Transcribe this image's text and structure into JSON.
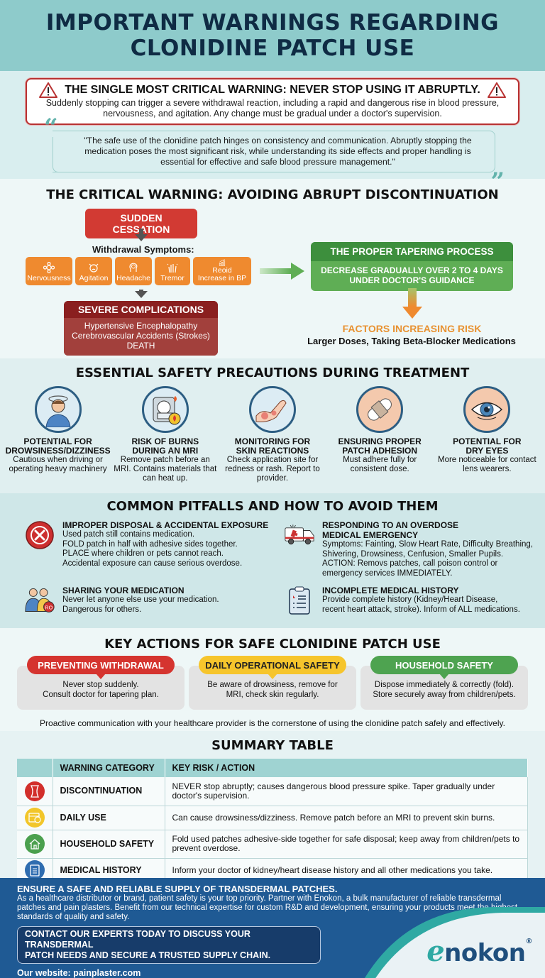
{
  "header": {
    "title_line1": "IMPORTANT WARNINGS REGARDING",
    "title_line2": "CLONIDINE PATCH USE"
  },
  "critical_warning": {
    "title": "THE SINGLE MOST CRITICAL WARNING: NEVER STOP USING IT ABRUPTLY.",
    "body": "Suddenly stopping can trigger a severe withdrawal reaction, including a rapid and dangerous rise in blood pressure, nervousness, and agitation. Any change must be gradual under a doctor's supervision.",
    "icon": "warning-triangle-icon"
  },
  "quote": {
    "open": "“",
    "close": "”",
    "text": "\"The safe use of the clonidine patch hinges on consistency and communication. Abruptly stopping the medication poses the most significant risk, while understanding its side effects and proper handling is essential for effective and safe blood pressure management.\""
  },
  "discontinuation": {
    "title": "THE CRITICAL WARNING: AVOIDING ABRUPT DISCONTINUATION",
    "sudden_cessation": "SUDDEN CESSATION",
    "symptoms_label": "Withdrawal Symptoms:",
    "symptoms": [
      {
        "label": "Nervousness",
        "icon": "gear-flower-icon"
      },
      {
        "label": "Agitation",
        "icon": "agitated-face-icon"
      },
      {
        "label": "Headache",
        "icon": "brain-head-icon"
      },
      {
        "label": "Tremor",
        "icon": "shaking-hands-icon"
      },
      {
        "label_line1": "Reoid",
        "label_line2": "Increase in BP",
        "icon": "rising-chart-icon"
      }
    ],
    "severe": {
      "title": "SEVERE COMPLICATIONS",
      "items": [
        "Hypertensive Encephalopathy",
        "Cerebrovascular Accidents (Strokes)",
        "DEATH"
      ]
    },
    "tapering": {
      "title": "THE PROPER TAPERING PROCESS",
      "body_line1": "DECREASE GRADUALLY OVER 2 TO 4 DAYS",
      "body_line2": "UNDER DOCTOR'S GUIDANCE"
    },
    "factors": {
      "title": "FACTORS INCREASING RISK",
      "body": "Larger Doses, Taking Beta-Blocker Medications"
    }
  },
  "precautions": {
    "title": "ESSENTIAL SAFETY PRECAUTIONS DURING TREATMENT",
    "items": [
      {
        "title_line1": "POTENTIAL FOR",
        "title_line2": "DROWSINESS/DIZZINESS",
        "body": "Cautious when driving or operating heavy machinery",
        "icon": "dizzy-person-icon"
      },
      {
        "title_line1": "RISK OF BURNS",
        "title_line2": "DURING AN MRI",
        "body": "Remove patch before an MRI. Contains materials that can heat up.",
        "icon": "mri-scanner-fire-icon"
      },
      {
        "title_line1": "MONITORING FOR",
        "title_line2": "SKIN REACTIONS",
        "body": "Check application site for redness or rash. Report to provider.",
        "icon": "rash-arm-icon"
      },
      {
        "title_line1": "ENSURING PROPER",
        "title_line2": "PATCH ADHESION",
        "body": "Must adhere fully for consistent dose.",
        "icon": "bandage-patch-icon"
      },
      {
        "title_line1": "POTENTIAL FOR",
        "title_line2": "DRY EYES",
        "body": "More noticeable for contact lens wearers.",
        "icon": "eye-icon"
      }
    ]
  },
  "pitfalls": {
    "title": "COMMON PITFALLS AND HOW TO AVOID THEM",
    "items": [
      {
        "title": "IMPROPER DISPOSAL & ACCIDENTAL EXPOSURE",
        "lines": [
          "Used patch still contains medication.",
          "FOLD patch in half with adhesive sides together.",
          "PLACE where children or pets cannot reach.",
          "Accidental exposure can cause serious overdose."
        ],
        "icon": "x-circle-icon"
      },
      {
        "title": "SHARING YOUR MEDICATION",
        "lines": [
          "Never let anyone else use your medication.",
          "Dangerous for others."
        ],
        "icon": "people-no-share-icon",
        "badge": "RO"
      },
      {
        "title_line1": "RESPONDING TO AN OVERDOSE",
        "title_line2": "MEDICAL EMERGENCY",
        "lines": [
          "Symptoms: Fainting, Slow Heart Rate, Difficulty Breathing,",
          "Shivering, Drowsiness, Cenfusion, Smaller Pupils.",
          "ACTION: Removs patches, call poison control or",
          "emergency services IMMEDIATELY."
        ],
        "icon": "ambulance-icon"
      },
      {
        "title": "INCOMPLETE MEDICAL HISTORY",
        "lines": [
          "Provide complete history (Kidney/Heart Disease,",
          "recent heart attack, stroke). Inform of ALL medications."
        ],
        "icon": "clipboard-icon"
      }
    ]
  },
  "key_actions": {
    "title": "KEY ACTIONS FOR SAFE CLONIDINE PATCH USE",
    "cards": [
      {
        "tag": "PREVENTING WITHDRAWAL",
        "line1": "Never stop suddenly.",
        "line2": "Consult doctor for tapering plan.",
        "color": "#d5342f"
      },
      {
        "tag": "DAILY OPERATIONAL SAFETY",
        "line1": "Be aware of drowsiness, remove for",
        "line2": "MRI, check skin regularly.",
        "color": "#f6c52c"
      },
      {
        "tag": "HOUSEHOLD SAFETY",
        "line1": "Dispose immediately & correctly (fold).",
        "line2": "Store securely away from children/pets.",
        "color": "#4ea350"
      }
    ],
    "footer": "Proactive communication with your healthcare provider is the cornerstone of using the clonidine patch safely and effectively."
  },
  "summary": {
    "title": "SUMMARY TABLE",
    "headers": [
      "",
      "WARNING CATEGORY",
      "KEY RISK / ACTION"
    ],
    "rows": [
      {
        "category": "DISCONTINUATION",
        "action": "NEVER stop abruptly; causes dangerous blood pressure spike. Taper gradually under doctor's supervision.",
        "icon": "stop-hourglass-icon",
        "color": "#d22f2b"
      },
      {
        "category": "DAILY USE",
        "action": "Can cause drowsiness/dizziness. Remove patch before an MRI to prevent skin burns.",
        "icon": "calendar-clock-icon",
        "color": "#f2c62a"
      },
      {
        "category": "HOUSEHOLD SAFETY",
        "action": "Fold used patches adhesive-side together for safe disposal; keep away from children/pets to prevent overdose.",
        "icon": "house-icon",
        "color": "#4ba04e"
      },
      {
        "category": "MEDICAL HISTORY",
        "action": "Inform your doctor of kidney/heart disease history and all other medications you take.",
        "icon": "clipboard-icon",
        "color": "#2f6db0"
      }
    ]
  },
  "footer": {
    "heading": "ENSURE A SAFE AND RELIABLE SUPPLY OF TRANSDERMAL PATCHES.",
    "body": "As a healthcare distributor or brand, patient safety is your top priority. Partner with Enokon, a bulk manufacturer of reliable transdermal patches and pain plasters. Benefit from our technical expertise for custom R&D and development, ensuring your products meet the highest standards of quality and safety.",
    "cta_line1": "CONTACT OUR EXPERTS TODAY TO DISCUSS YOUR TRANSDERMAL",
    "cta_line2": "PATCH NEEDS AND SECURE A TRUSTED SUPPLY CHAIN.",
    "website": "Our website: painplaster.com",
    "logo_e": "e",
    "logo_rest": "nokon",
    "logo_reg": "®"
  },
  "colors": {
    "header_bg": "#8ecbcb",
    "title_navy": "#0f2b44",
    "danger_red": "#d23a33",
    "symptom_orange": "#ef8a2f",
    "taper_green": "#5fae55",
    "footer_blue": "#1f5a94",
    "brand_teal": "#2fa9a3"
  }
}
